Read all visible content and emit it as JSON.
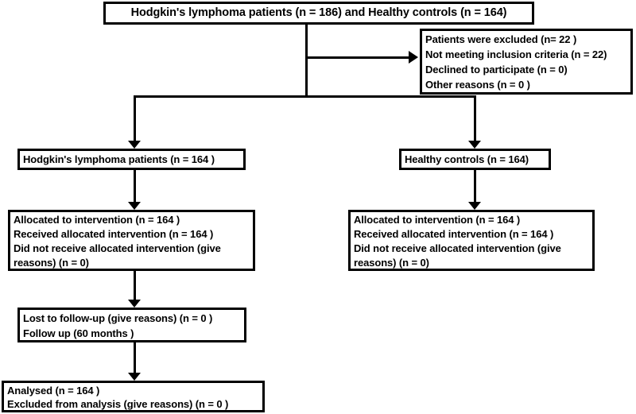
{
  "diagram": {
    "type": "consort-flow-diagram",
    "colors": {
      "border": "#000000",
      "text": "#000000",
      "background": "#ffffff"
    },
    "enrollment_box": {
      "text": "Hodgkin's lymphoma patients (n = 186) and Healthy controls (n = 164)"
    },
    "exclusion_box": {
      "lines": [
        "Patients were excluded (n= 22 )",
        "Not meeting inclusion criteria (n = 22)",
        "Declined to participate (n = 0)",
        "Other reasons (n = 0 )"
      ]
    },
    "patients_box": {
      "text": "Hodgkin's lymphoma patients (n = 164 )"
    },
    "controls_box": {
      "text": "Healthy controls (n = 164)"
    },
    "patients_allocation_box": {
      "lines": [
        "Allocated to intervention (n = 164 )",
        "Received allocated intervention (n = 164 )",
        "Did not receive allocated intervention (give reasons) (n = 0)"
      ]
    },
    "controls_allocation_box": {
      "lines": [
        "Allocated to intervention (n = 164 )",
        "Received allocated intervention (n = 164 )",
        "Did not receive allocated intervention (give reasons) (n = 0)"
      ]
    },
    "followup_box": {
      "lines": [
        "Lost to follow-up (give reasons) (n = 0 )",
        "Follow up (60 months )"
      ]
    },
    "analysis_box": {
      "lines": [
        "Analysed (n = 164 )",
        "Excluded from analysis (give reasons) (n = 0 )"
      ]
    },
    "edges": [
      "enrollment -> exclusion",
      "enrollment -> patients",
      "enrollment -> controls",
      "patients -> patients_allocation",
      "controls -> controls_allocation",
      "patients_allocation -> followup",
      "followup -> analysis"
    ]
  }
}
